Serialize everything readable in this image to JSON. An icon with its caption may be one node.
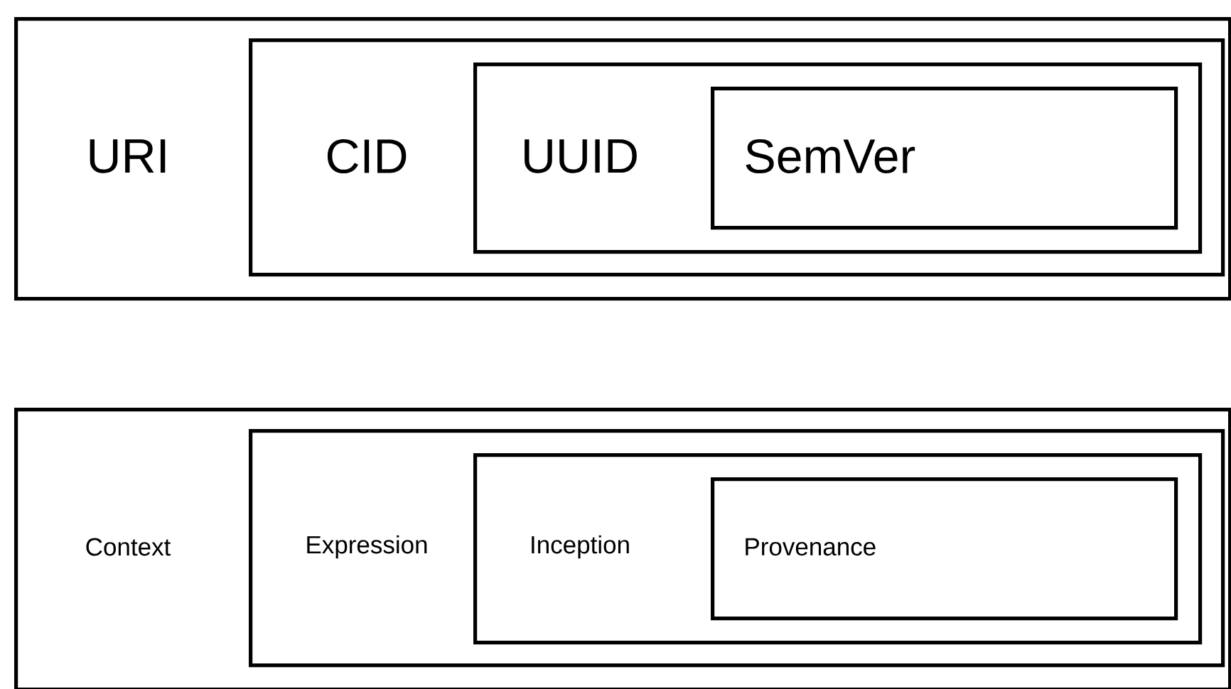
{
  "diagram": {
    "nodes": [
      {
        "text": [
          "URI"
        ]
      },
      {
        "text": [
          "CID"
        ],
        "in": 0
      },
      {
        "text": [
          "UUID"
        ],
        "in": 1
      },
      {
        "text": [
          "SemVer"
        ],
        "in": 2
      },
      {
        "text": [
          "Context"
        ]
      },
      {
        "text": [
          "Expression"
        ],
        "in": 4
      },
      {
        "text": [
          "Inception"
        ],
        "in": 5
      },
      {
        "text": [
          "Provenance"
        ],
        "in": 6
      }
    ]
  }
}
